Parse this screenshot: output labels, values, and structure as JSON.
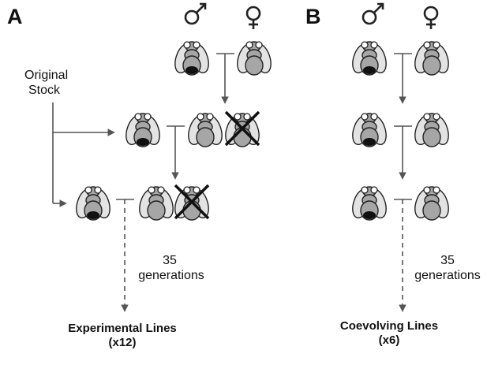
{
  "panel_a": {
    "label": "A",
    "original_stock": [
      "Original",
      "Stock"
    ],
    "generations": [
      "35",
      "generations"
    ],
    "result": [
      "Experimental Lines",
      "(x12)"
    ]
  },
  "panel_b": {
    "label": "B",
    "generations": [
      "35",
      "generations"
    ],
    "result": [
      "Coevolving Lines",
      "(x6)"
    ]
  },
  "colors": {
    "fly_body": "#a6a6a6",
    "fly_wing": "#e3e3e3",
    "outline": "#222222",
    "arrow": "#555555",
    "cross": "#111111"
  },
  "icons": [
    "male-symbol-icon",
    "female-symbol-icon",
    "fly-icon",
    "cross-out-icon",
    "arrow-icon"
  ]
}
